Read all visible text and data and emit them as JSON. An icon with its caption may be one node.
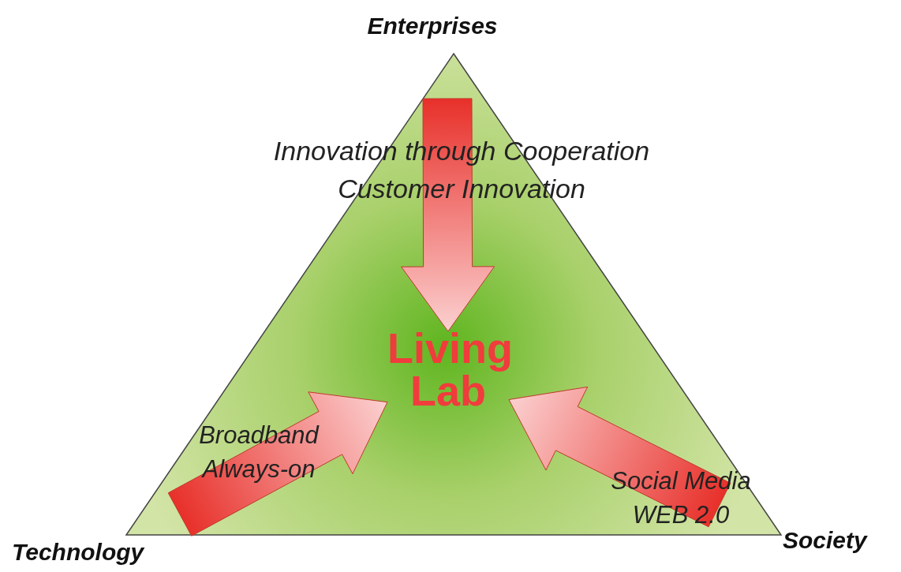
{
  "diagram": {
    "nodes": [
      {
        "text": [],
        "shape": "triangle"
      },
      {
        "text": [
          "Living Lab"
        ],
        "in": 0
      }
    ],
    "edges": [
      {
        "from": null,
        "to": 1,
        "arrow": "to",
        "style": "thick",
        "label": "Innovation through Cooperation Customer Innovation"
      },
      {
        "from": null,
        "to": 1,
        "arrow": "to",
        "style": "thick",
        "label": "Broadband Always-on"
      },
      {
        "from": null,
        "to": 1,
        "arrow": "to",
        "style": "thick",
        "label": "Social Media WEB 2.0"
      }
    ],
    "labels": [
      "Enterprises",
      "Technology",
      "Society"
    ]
  }
}
